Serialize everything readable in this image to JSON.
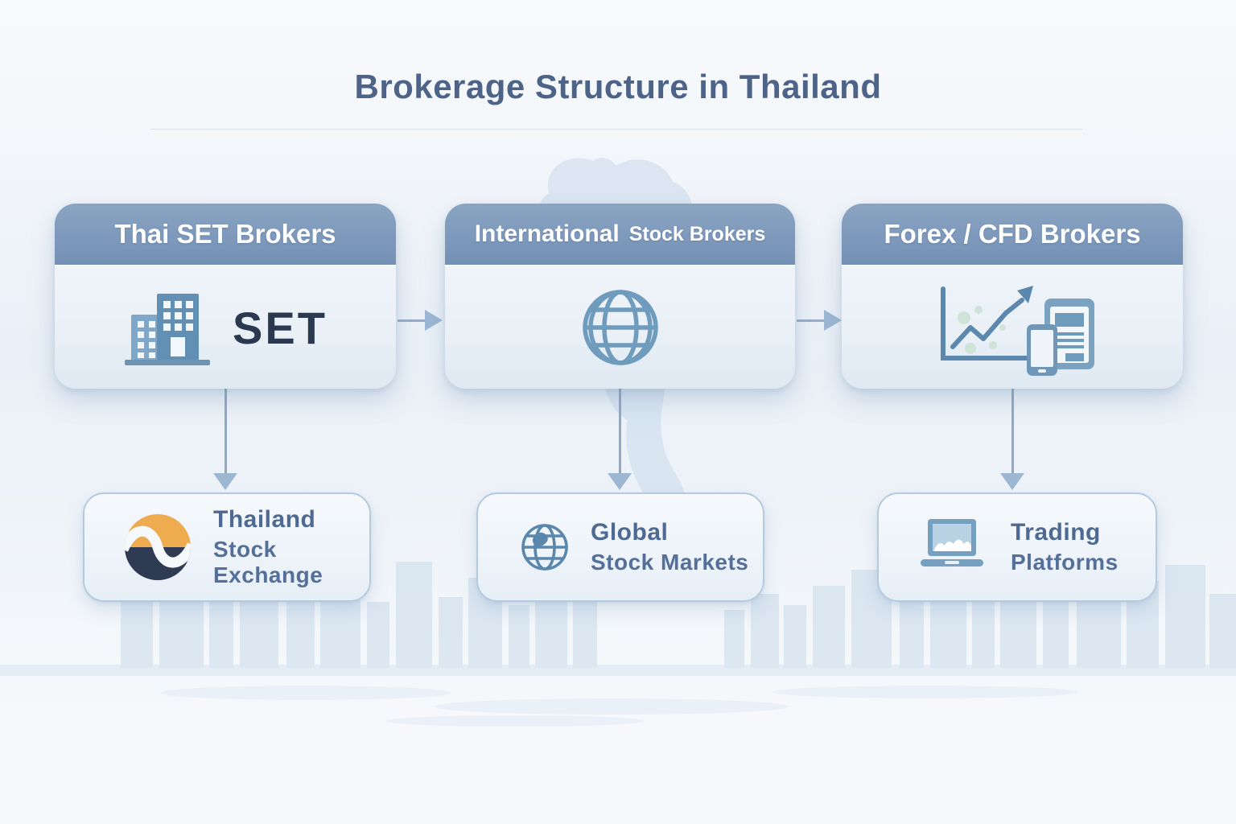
{
  "title": "Brokerage Structure in Thailand",
  "cards": [
    {
      "title_main": "Thai SET Brokers",
      "title_sub": "",
      "label": "SET"
    },
    {
      "title_main": "International",
      "title_sub": "Stock Brokers",
      "label": ""
    },
    {
      "title_main": "Forex / CFD Brokers",
      "title_sub": "",
      "label": ""
    }
  ],
  "targets": [
    {
      "line1": "Thailand",
      "line2": "Stock Exchange"
    },
    {
      "line1": "Global",
      "line2": "Stock Markets"
    },
    {
      "line1": "Trading",
      "line2": "Platforms"
    }
  ],
  "icons": {
    "card1": "office-buildings-icon",
    "card2": "globe-icon",
    "card3": "chart-devices-icon",
    "target1": "set-logo-icon",
    "target2": "globe-small-icon",
    "target3": "laptop-icon"
  },
  "colors": {
    "header_bar": "#7e99bb",
    "title_text": "#4d6488",
    "navy": "#2b3950",
    "accent_orange": "#eeab4f",
    "icon_blue": "#6f9cbd",
    "arrow": "#9db7d3"
  }
}
